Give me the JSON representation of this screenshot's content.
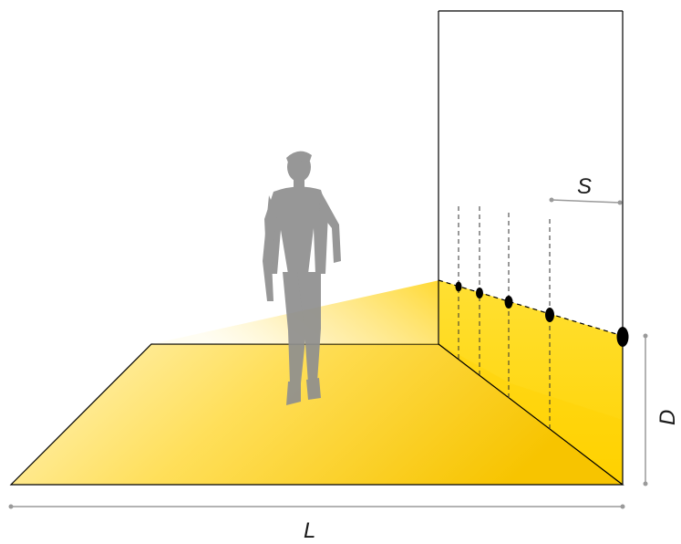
{
  "labels": {
    "spacing": "S",
    "depth": "D",
    "length": "L"
  },
  "colors": {
    "floor_light": "#fff3b0",
    "floor_mid": "#ffd84a",
    "floor_dark": "#f7c400",
    "wall_yellow": "#ffd200",
    "outline": "#000000",
    "dimension": "#9a9a9a",
    "figure": "#8f8f8f"
  },
  "light_fixtures": {
    "count": 5
  }
}
